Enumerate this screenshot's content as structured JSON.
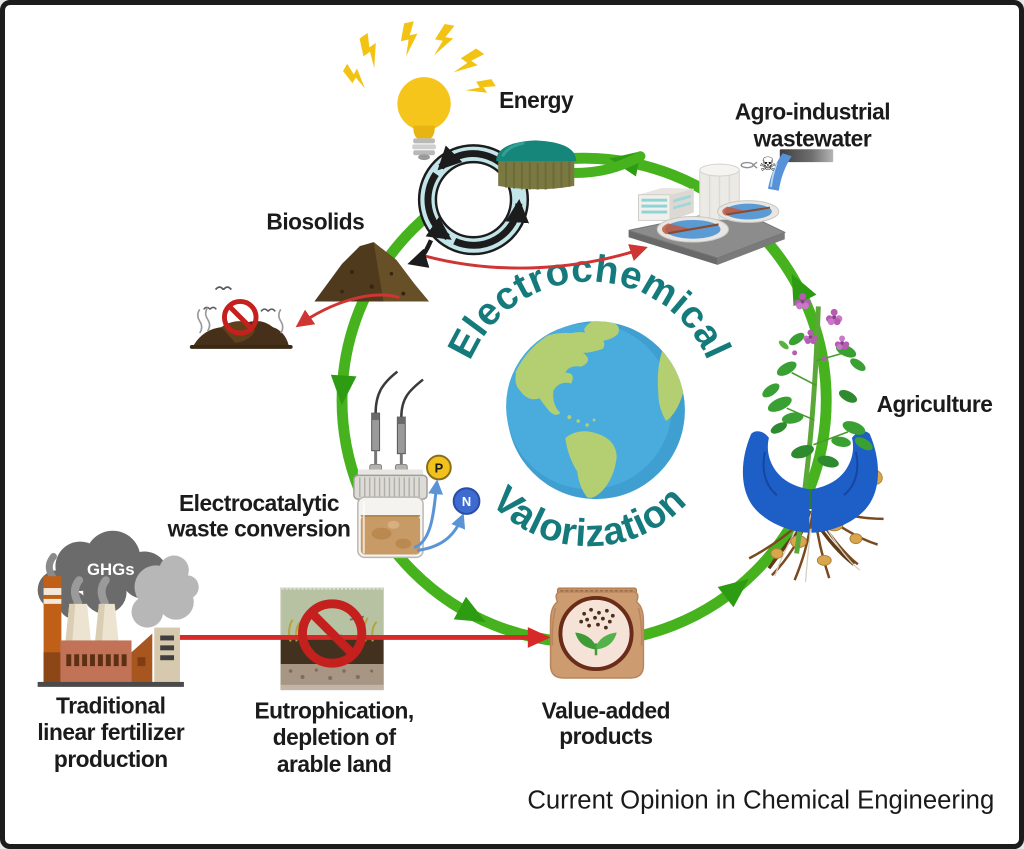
{
  "figure": {
    "background": "#ffffff",
    "border_color": "#1c1c1c",
    "footer_attribution": "Current Opinion in Chemical Engineering"
  },
  "center": {
    "arc_title_top": "Electrochemical",
    "arc_title_bottom": "Valorization",
    "title_color": "#147a7c"
  },
  "cycle": {
    "direction": "counterclockwise",
    "color": "#46b31e",
    "arrowhead_color": "#2e9c12"
  },
  "labels": {
    "energy": "Energy",
    "agro_line1": "Agro-industrial",
    "agro_line2": "wastewater",
    "biosolids": "Biosolids",
    "agriculture": "Agriculture",
    "electro_line1": "Electrocatalytic",
    "electro_line2": "waste conversion",
    "value_line1": "Value-added",
    "value_line2": "products",
    "trad_line1": "Traditional",
    "trad_line2": "linear fertilizer",
    "trad_line3": "production",
    "eutro_line1": "Eutrophication,",
    "eutro_line2": "depletion of",
    "eutro_line3": "arable land",
    "ghgs": "GHGs"
  },
  "markers": {
    "phosphorus": {
      "symbol": "P",
      "fill": "#f2c21c",
      "text_color": "#1a1a1a"
    },
    "nitrogen": {
      "symbol": "N",
      "fill": "#3d6bd0",
      "text_color": "#ffffff"
    }
  },
  "icons": {
    "skull_glyph": "☠"
  },
  "palette": {
    "red_arrow": "#d62a28",
    "teal_dome": "#17867a",
    "ring_band": "#c2e5e9",
    "globe_ocean": "#45a8d8",
    "globe_land": "#b4cf72",
    "bag_tan": "#cd9b70"
  }
}
